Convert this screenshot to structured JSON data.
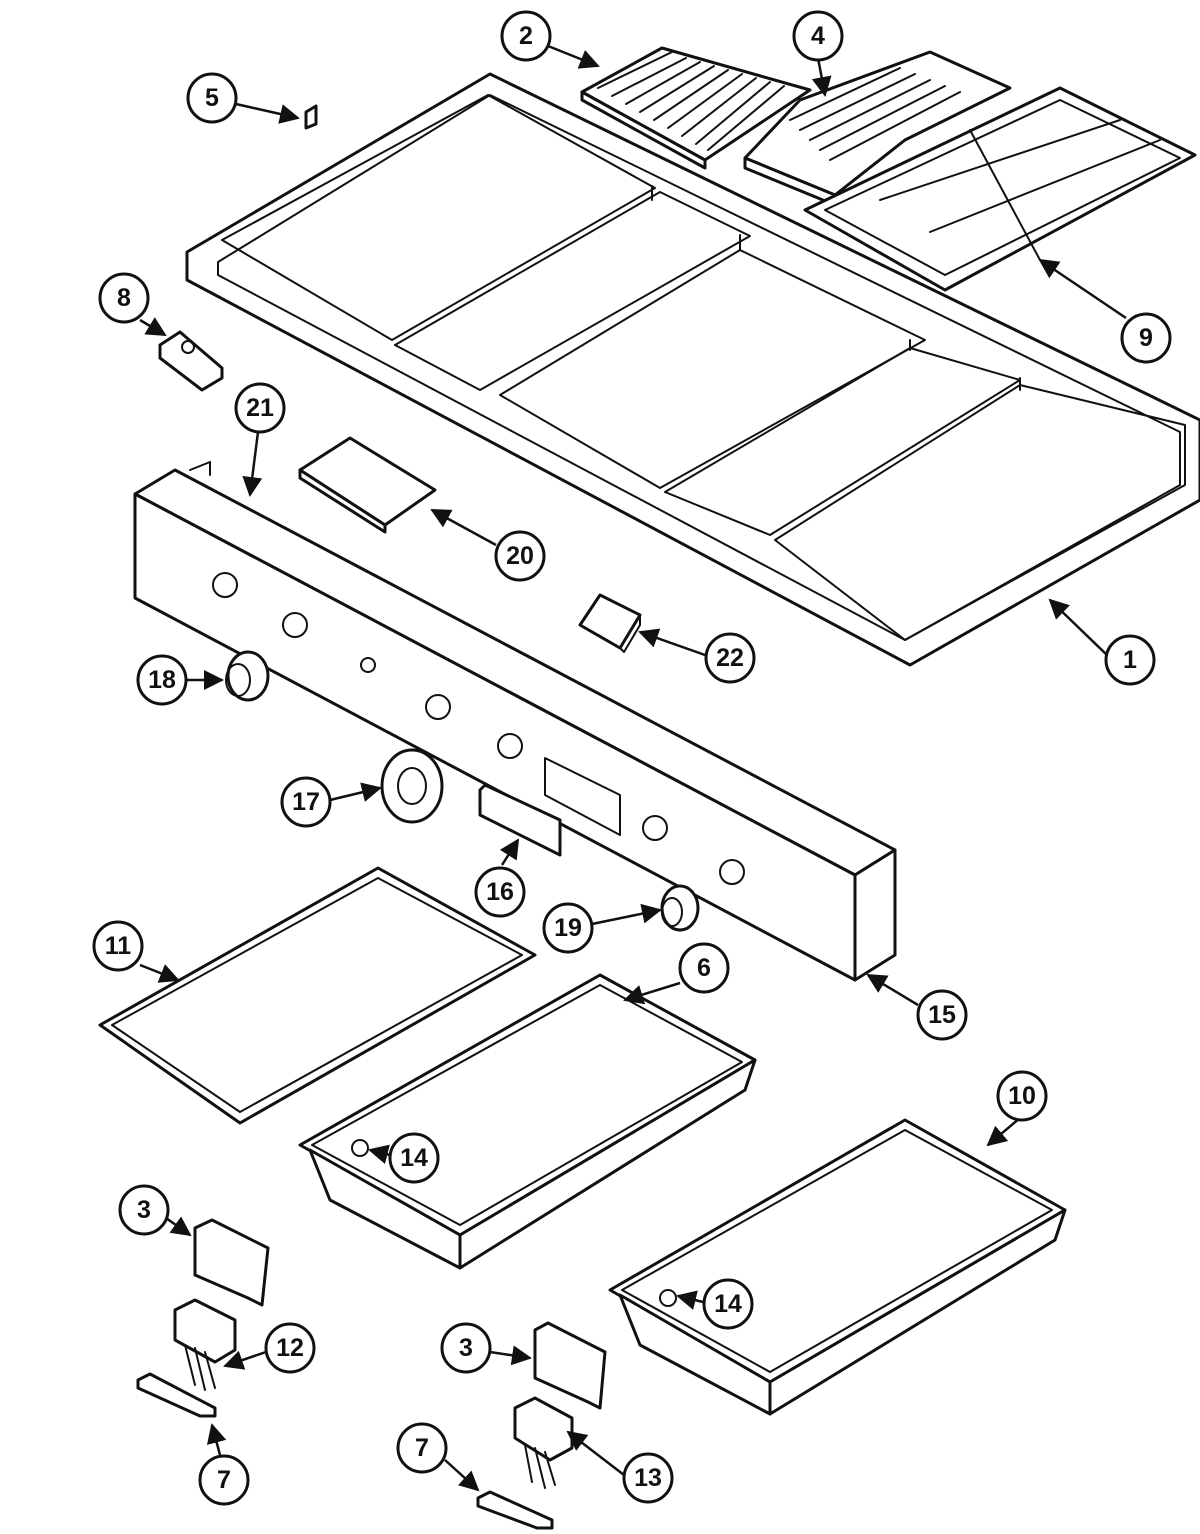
{
  "diagram": {
    "colors": {
      "line": "#111111",
      "background": "#ffffff"
    },
    "callouts": [
      {
        "id": "c2",
        "label": "2",
        "part": "grill-grate"
      },
      {
        "id": "c4",
        "label": "4",
        "part": "griddle-cover"
      },
      {
        "id": "c5",
        "label": "5",
        "part": "clip"
      },
      {
        "id": "c9",
        "label": "9",
        "part": "burner-grate"
      },
      {
        "id": "c8",
        "label": "8",
        "part": "switch"
      },
      {
        "id": "c21",
        "label": "21",
        "part": "control-panel-top"
      },
      {
        "id": "c20",
        "label": "20",
        "part": "vent-cover"
      },
      {
        "id": "c1",
        "label": "1",
        "part": "cooktop-frame"
      },
      {
        "id": "c22",
        "label": "22",
        "part": "spark-module"
      },
      {
        "id": "c18",
        "label": "18",
        "part": "control-knob"
      },
      {
        "id": "c17",
        "label": "17",
        "part": "knob-bezel"
      },
      {
        "id": "c16",
        "label": "16",
        "part": "display-window"
      },
      {
        "id": "c19",
        "label": "19",
        "part": "control-knob-right"
      },
      {
        "id": "c15",
        "label": "15",
        "part": "control-panel"
      },
      {
        "id": "c11",
        "label": "11",
        "part": "drip-tray-cover"
      },
      {
        "id": "c6",
        "label": "6",
        "part": "drip-pan-left"
      },
      {
        "id": "c14a",
        "label": "14",
        "part": "drain-plug-left"
      },
      {
        "id": "c10",
        "label": "10",
        "part": "drip-pan-right"
      },
      {
        "id": "c14b",
        "label": "14",
        "part": "drain-plug-right"
      },
      {
        "id": "c3a",
        "label": "3",
        "part": "insulation-left"
      },
      {
        "id": "c12",
        "label": "12",
        "part": "switch-assembly-left"
      },
      {
        "id": "c7a",
        "label": "7",
        "part": "bracket-left"
      },
      {
        "id": "c3b",
        "label": "3",
        "part": "insulation-right"
      },
      {
        "id": "c7b",
        "label": "7",
        "part": "bracket-right"
      },
      {
        "id": "c13",
        "label": "13",
        "part": "switch-assembly-right"
      }
    ]
  }
}
